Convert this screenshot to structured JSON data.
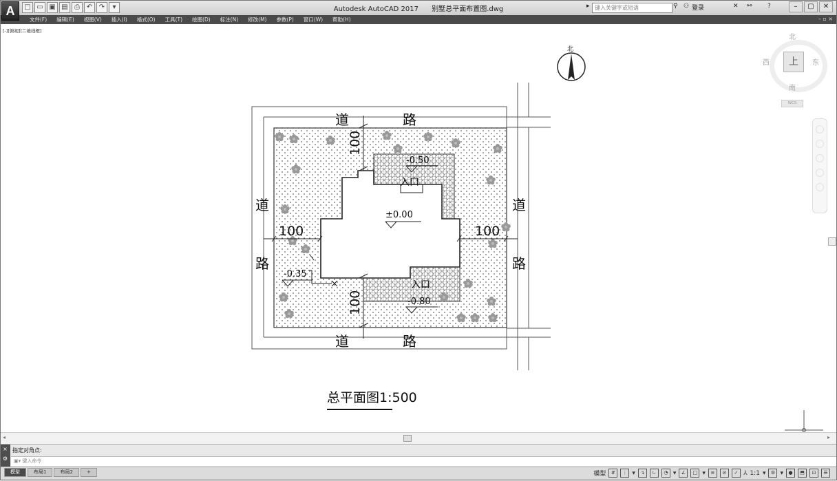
{
  "app": {
    "logo_letter": "A",
    "name": "Autodesk AutoCAD 2017",
    "filename": "别墅总平面布置图.dwg"
  },
  "titlebar": {
    "search_placeholder": "键入关键字或短语",
    "login_label": "登录"
  },
  "menu": {
    "items": [
      "文件(F)",
      "编辑(E)",
      "视图(V)",
      "插入(I)",
      "格式(O)",
      "工具(T)",
      "绘图(D)",
      "标注(N)",
      "修改(M)",
      "参数(P)",
      "窗口(W)",
      "帮助(H)"
    ]
  },
  "viewport": {
    "label": "[-][俯视][二维线框]"
  },
  "viewcube": {
    "north": "北",
    "south": "南",
    "east": "东",
    "west": "西",
    "face": "上",
    "wcs_label": "WCS"
  },
  "compass": {
    "north_label": "北"
  },
  "plan": {
    "road_top_left": "道",
    "road_top_right": "路",
    "road_bottom_left": "道",
    "road_bottom_right": "路",
    "road_left_top": "道",
    "road_left_bottom": "路",
    "road_right_top": "道",
    "road_right_bottom": "路",
    "dim_top": "100",
    "dim_bottom": "100",
    "dim_left": "100",
    "dim_right": "100",
    "elev_top_entry": "-0.50",
    "elev_center": "±0.00",
    "elev_left": "-0.35",
    "elev_bottom_entry": "-0.80",
    "entry_top": "入口",
    "entry_bottom": "入口"
  },
  "drawing_title": "总平面图1:500",
  "command": {
    "history": "指定对角点:",
    "placeholder": "键入命令",
    "close_icon": "×"
  },
  "status": {
    "tabs": [
      "模型",
      "布局1",
      "布局2"
    ],
    "add_tab": "+",
    "model_label": "模型",
    "scale": "1:1"
  },
  "icons": {
    "search": "search-icon",
    "login": "user-icon",
    "help": "help-icon"
  }
}
